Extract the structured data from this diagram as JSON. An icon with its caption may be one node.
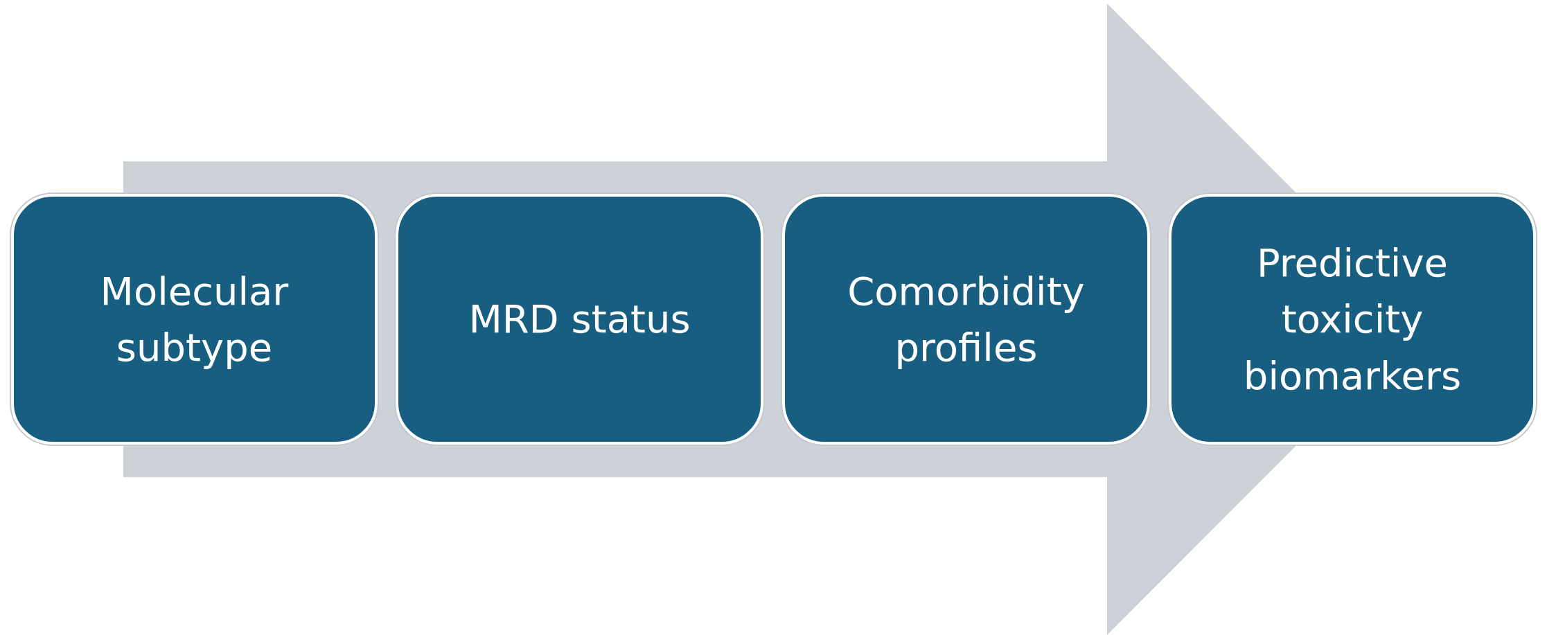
{
  "diagram": {
    "nodes": [
      {
        "text": [
          "Molecular subtype"
        ]
      },
      {
        "text": [
          "MRD status"
        ]
      },
      {
        "text": [
          "Comorbidity profiles"
        ]
      },
      {
        "text": [
          "Predictive toxicity biomarkers"
        ]
      }
    ],
    "edges": [
      {
        "from": 0,
        "to": 3,
        "arrow": "to"
      }
    ]
  }
}
